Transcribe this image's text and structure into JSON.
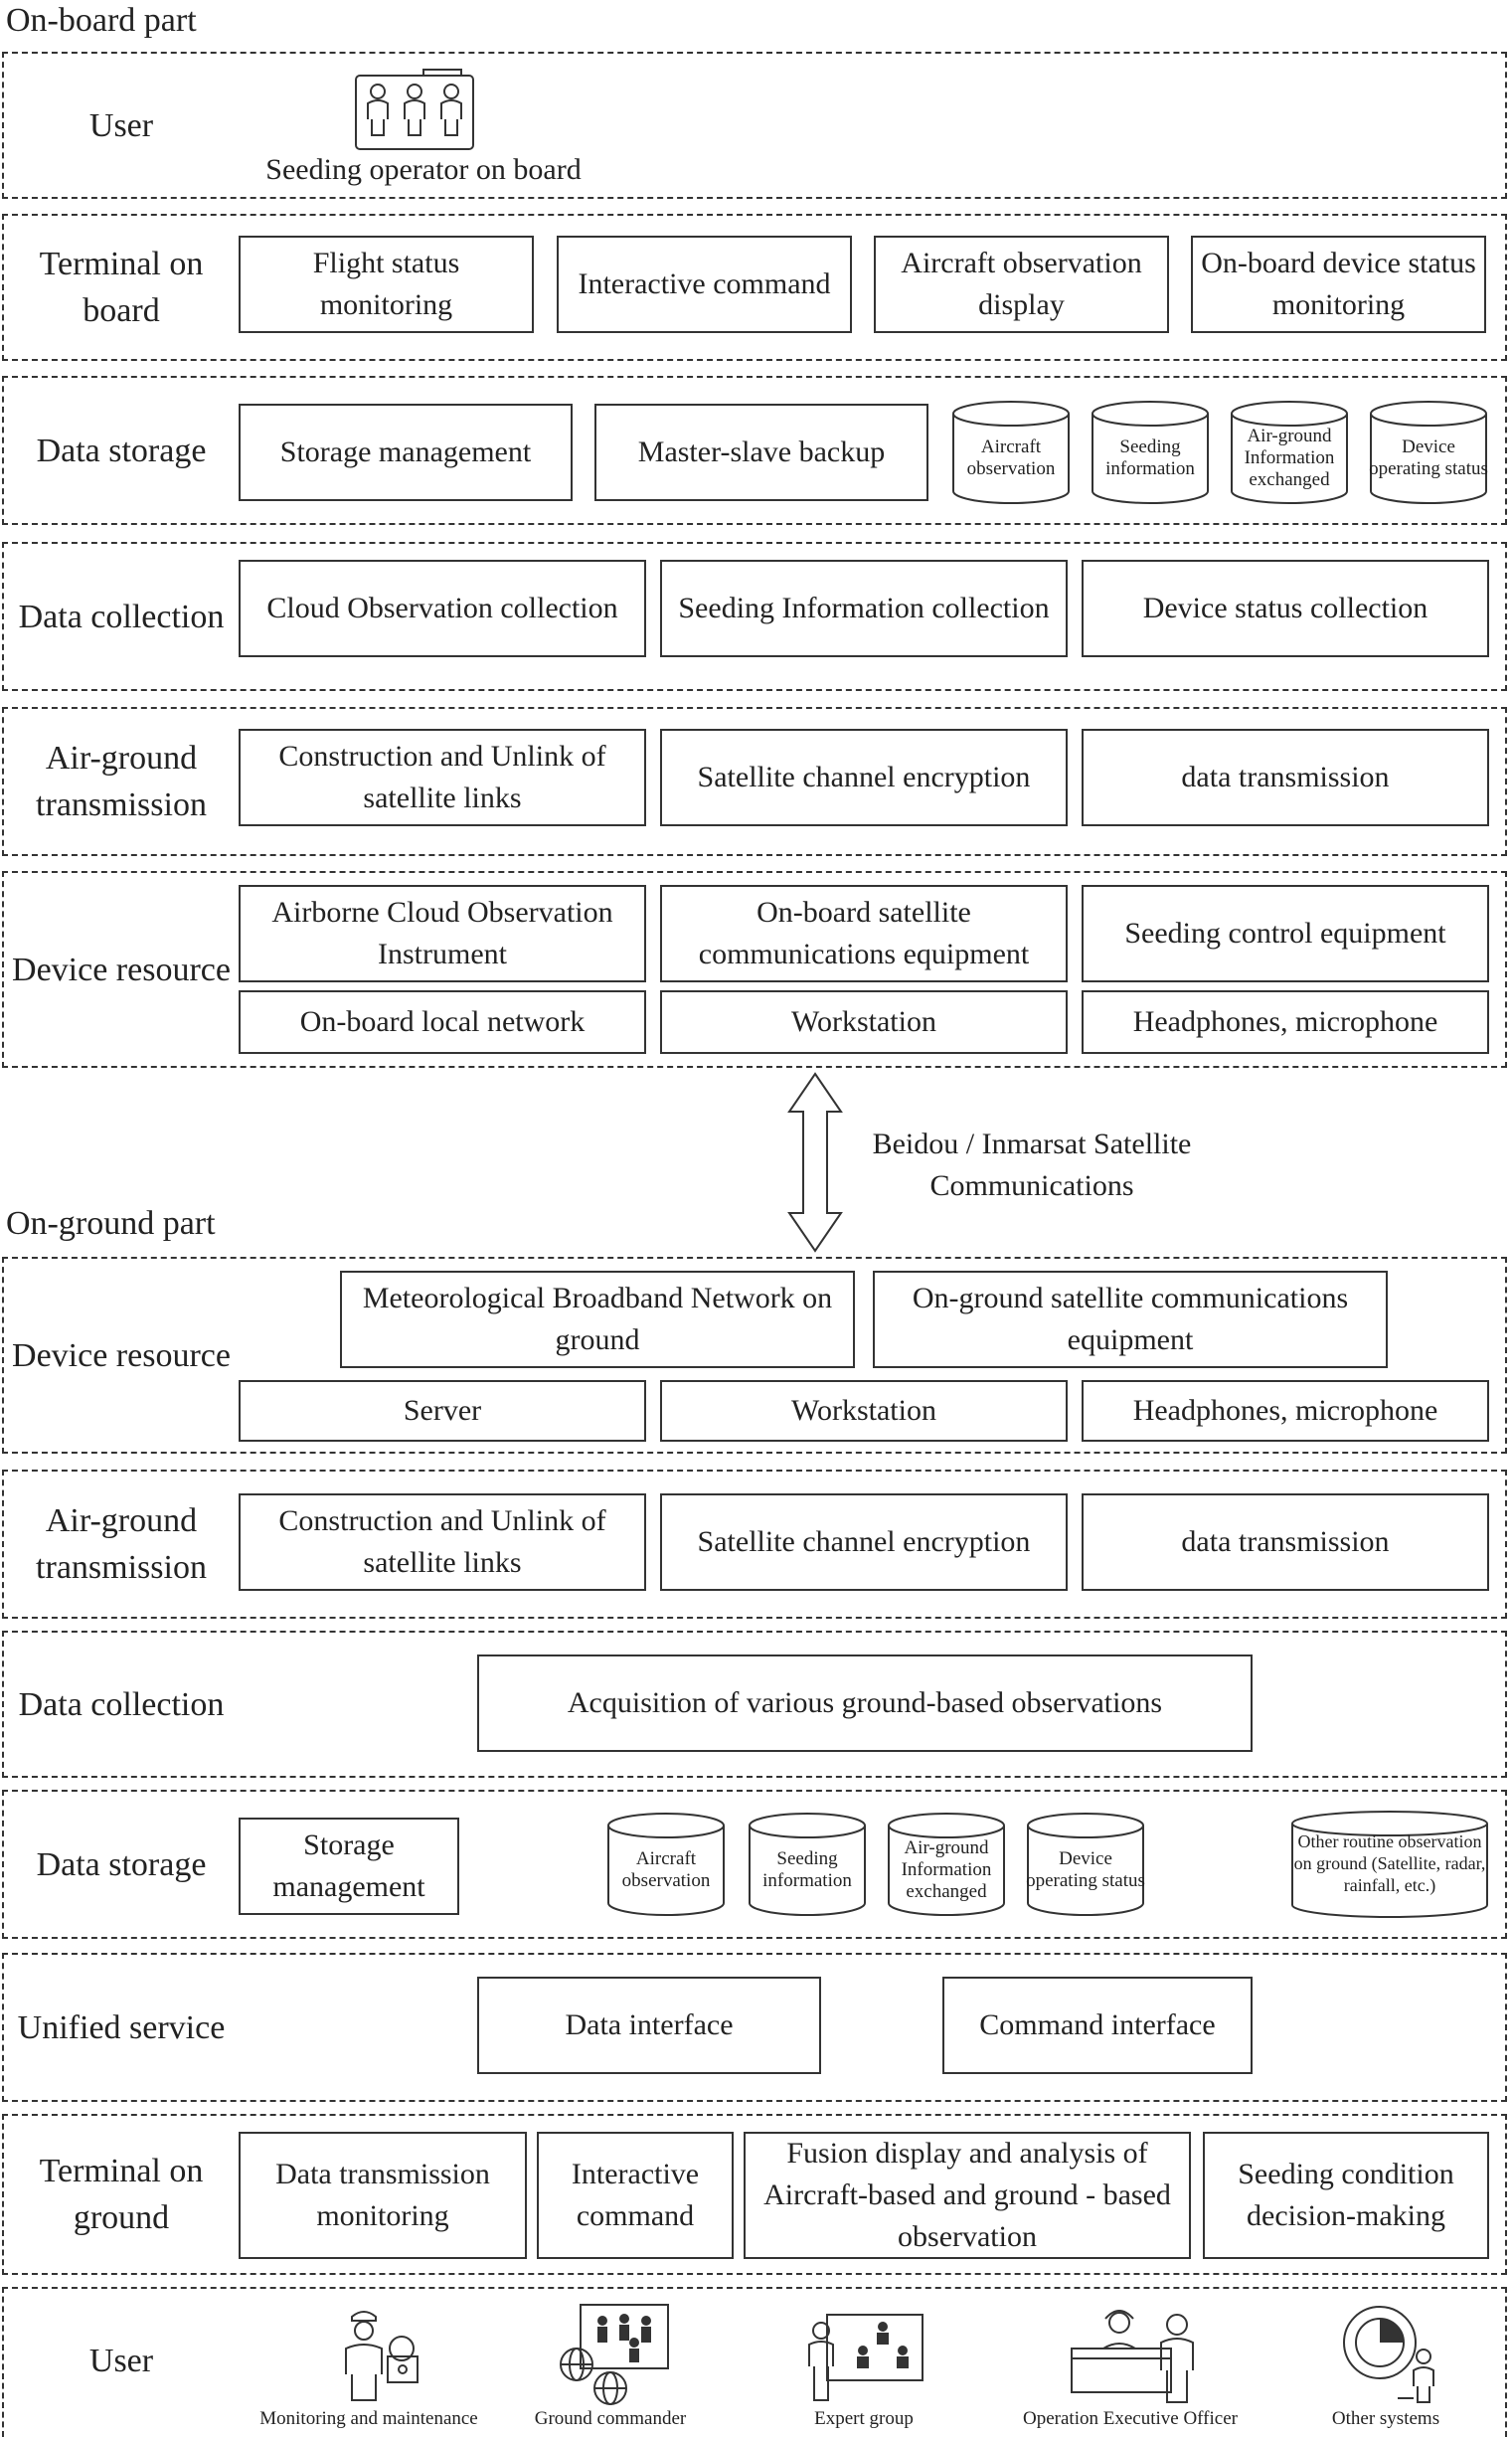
{
  "onboard": {
    "title": "On-board part",
    "user": {
      "label": "User",
      "caption": "Seeding operator on board"
    },
    "terminal": {
      "label": "Terminal on board",
      "boxes": [
        "Flight status monitoring",
        "Interactive command",
        "Aircraft observation display",
        "On-board device status monitoring"
      ]
    },
    "storage": {
      "label": "Data storage",
      "boxes": [
        "Storage management",
        "Master-slave backup"
      ],
      "cylinders": [
        "Aircraft observation",
        "Seeding information",
        "Air-ground Information exchanged",
        "Device operating status"
      ]
    },
    "collection": {
      "label": "Data collection",
      "boxes": [
        "Cloud Observation collection",
        "Seeding Information collection",
        "Device status collection"
      ]
    },
    "transmission": {
      "label": "Air-ground transmission",
      "boxes": [
        "Construction and Unlink of satellite links",
        "Satellite channel encryption",
        "data transmission"
      ]
    },
    "device": {
      "label": "Device resource",
      "boxes": [
        "Airborne Cloud Observation Instrument",
        "On-board satellite communications equipment",
        "Seeding control equipment",
        "On-board local network",
        "Workstation",
        "Headphones, microphone"
      ]
    }
  },
  "link": {
    "label": "Beidou / Inmarsat Satellite Communications"
  },
  "onground": {
    "title": "On-ground part",
    "device": {
      "label": "Device resource",
      "boxes": [
        "Meteorological Broadband Network on ground",
        "On-ground satellite communications equipment",
        "Server",
        "Workstation",
        "Headphones, microphone"
      ]
    },
    "transmission": {
      "label": "Air-ground transmission",
      "boxes": [
        "Construction and Unlink of satellite links",
        "Satellite channel encryption",
        "data transmission"
      ]
    },
    "collection": {
      "label": "Data collection",
      "boxes": [
        "Acquisition of various  ground-based observations"
      ]
    },
    "storage": {
      "label": "Data storage",
      "boxes": [
        "Storage management"
      ],
      "cylinders": [
        "Aircraft observation",
        "Seeding information",
        "Air-ground Information exchanged",
        "Device operating status",
        "Other routine observation on ground (Satellite, radar, rainfall, etc.)"
      ]
    },
    "service": {
      "label": "Unified service",
      "boxes": [
        "Data interface",
        "Command interface"
      ]
    },
    "terminal": {
      "label": "Terminal on ground",
      "boxes": [
        "Data transmission monitoring",
        "Interactive command",
        "Fusion display and analysis of Aircraft-based and ground - based observation",
        "Seeding condition decision-making"
      ]
    },
    "user": {
      "label": "User",
      "captions": [
        "Monitoring and maintenance",
        "Ground commander",
        "Expert group",
        "Operation Executive Officer",
        "Other systems"
      ]
    }
  }
}
